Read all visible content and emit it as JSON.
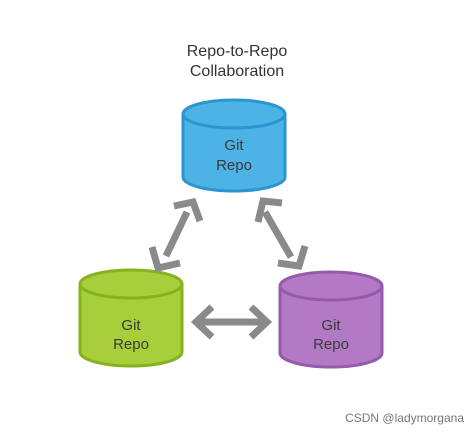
{
  "title": {
    "line1": "Repo-to-Repo",
    "line2": "Collaboration"
  },
  "repos": [
    {
      "id": "top",
      "line1": "Git",
      "line2": "Repo",
      "color": "#4db3e6",
      "stroke": "#2b95cf"
    },
    {
      "id": "left",
      "line1": "Git",
      "line2": "Repo",
      "color": "#a6cf3a",
      "stroke": "#86b21e"
    },
    {
      "id": "right",
      "line1": "Git",
      "line2": "Repo",
      "color": "#b27ac4",
      "stroke": "#955aab"
    }
  ],
  "arrow_color": "#8a8a8a",
  "watermark": "CSDN @ladymorgana"
}
